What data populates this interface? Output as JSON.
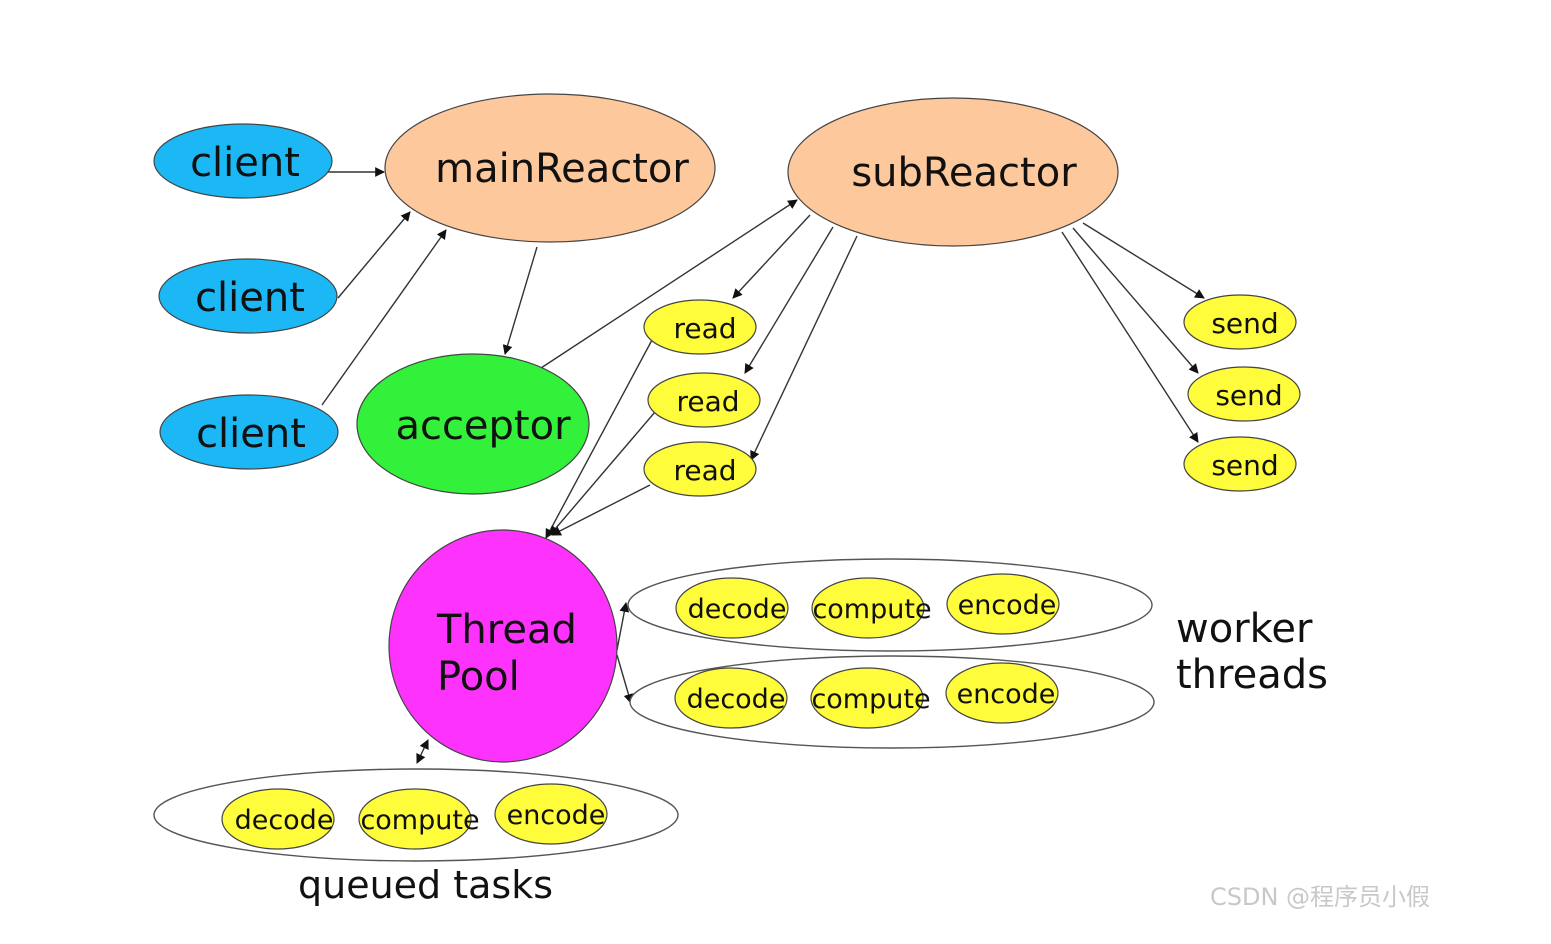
{
  "diagram": {
    "title": "Multiple Reactors (Main-Sub Reactor) with Thread Pool",
    "colors": {
      "client": "#1cb8f5",
      "reactor": "#fdc89b",
      "acceptor": "#33f03a",
      "io": "#fefc3b",
      "threadpool": "#fd33fd",
      "group": "#ffffff",
      "stroke": "#555555",
      "edge": "#333333",
      "watermark": "#c8c8c8"
    },
    "nodes": {
      "client1": "client",
      "client2": "client",
      "client3": "client",
      "mainReactor": "mainReactor",
      "subReactor": "subReactor",
      "acceptor": "acceptor",
      "read1": "read",
      "read2": "read",
      "read3": "read",
      "send1": "send",
      "send2": "send",
      "send3": "send",
      "threadPool_line1": "Thread",
      "threadPool_line2": "Pool"
    },
    "worker_threads": [
      {
        "tasks": [
          "decode",
          "compute",
          "encode"
        ]
      },
      {
        "tasks": [
          "decode",
          "compute",
          "encode"
        ]
      }
    ],
    "queued_tasks": {
      "tasks": [
        "decode",
        "compute",
        "encode"
      ]
    },
    "labels": {
      "worker_line1": "worker",
      "worker_line2": "threads",
      "queued": "queued tasks"
    },
    "edges": [
      {
        "from": "client1",
        "to": "mainReactor"
      },
      {
        "from": "client2",
        "to": "mainReactor"
      },
      {
        "from": "client3",
        "to": "mainReactor"
      },
      {
        "from": "mainReactor",
        "to": "acceptor"
      },
      {
        "from": "acceptor",
        "to": "subReactor"
      },
      {
        "from": "subReactor",
        "to": "read1"
      },
      {
        "from": "subReactor",
        "to": "read2"
      },
      {
        "from": "subReactor",
        "to": "read3"
      },
      {
        "from": "subReactor",
        "to": "send1"
      },
      {
        "from": "subReactor",
        "to": "send2"
      },
      {
        "from": "subReactor",
        "to": "send3"
      },
      {
        "from": "read1",
        "to": "threadPool"
      },
      {
        "from": "read2",
        "to": "threadPool"
      },
      {
        "from": "read3",
        "to": "threadPool"
      },
      {
        "from": "threadPool",
        "to": "worker_threads_1"
      },
      {
        "from": "threadPool",
        "to": "worker_threads_2"
      },
      {
        "from": "threadPool",
        "to": "queued_tasks",
        "bidirectional": true
      }
    ],
    "watermark": "CSDN @程序员小假"
  }
}
